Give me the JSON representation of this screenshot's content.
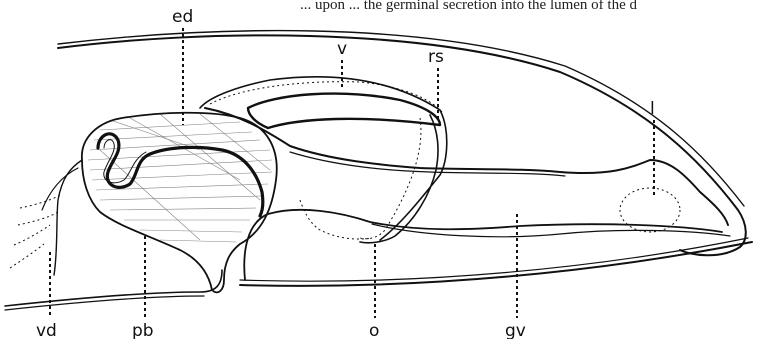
{
  "header_text": "... upon ... the germinal secretion into the lumen of the d",
  "labels": {
    "ed": "ed",
    "v": "v",
    "rs": "rs",
    "l": "l",
    "vd": "vd",
    "pb": "pb",
    "o": "o",
    "gv": "gv"
  }
}
